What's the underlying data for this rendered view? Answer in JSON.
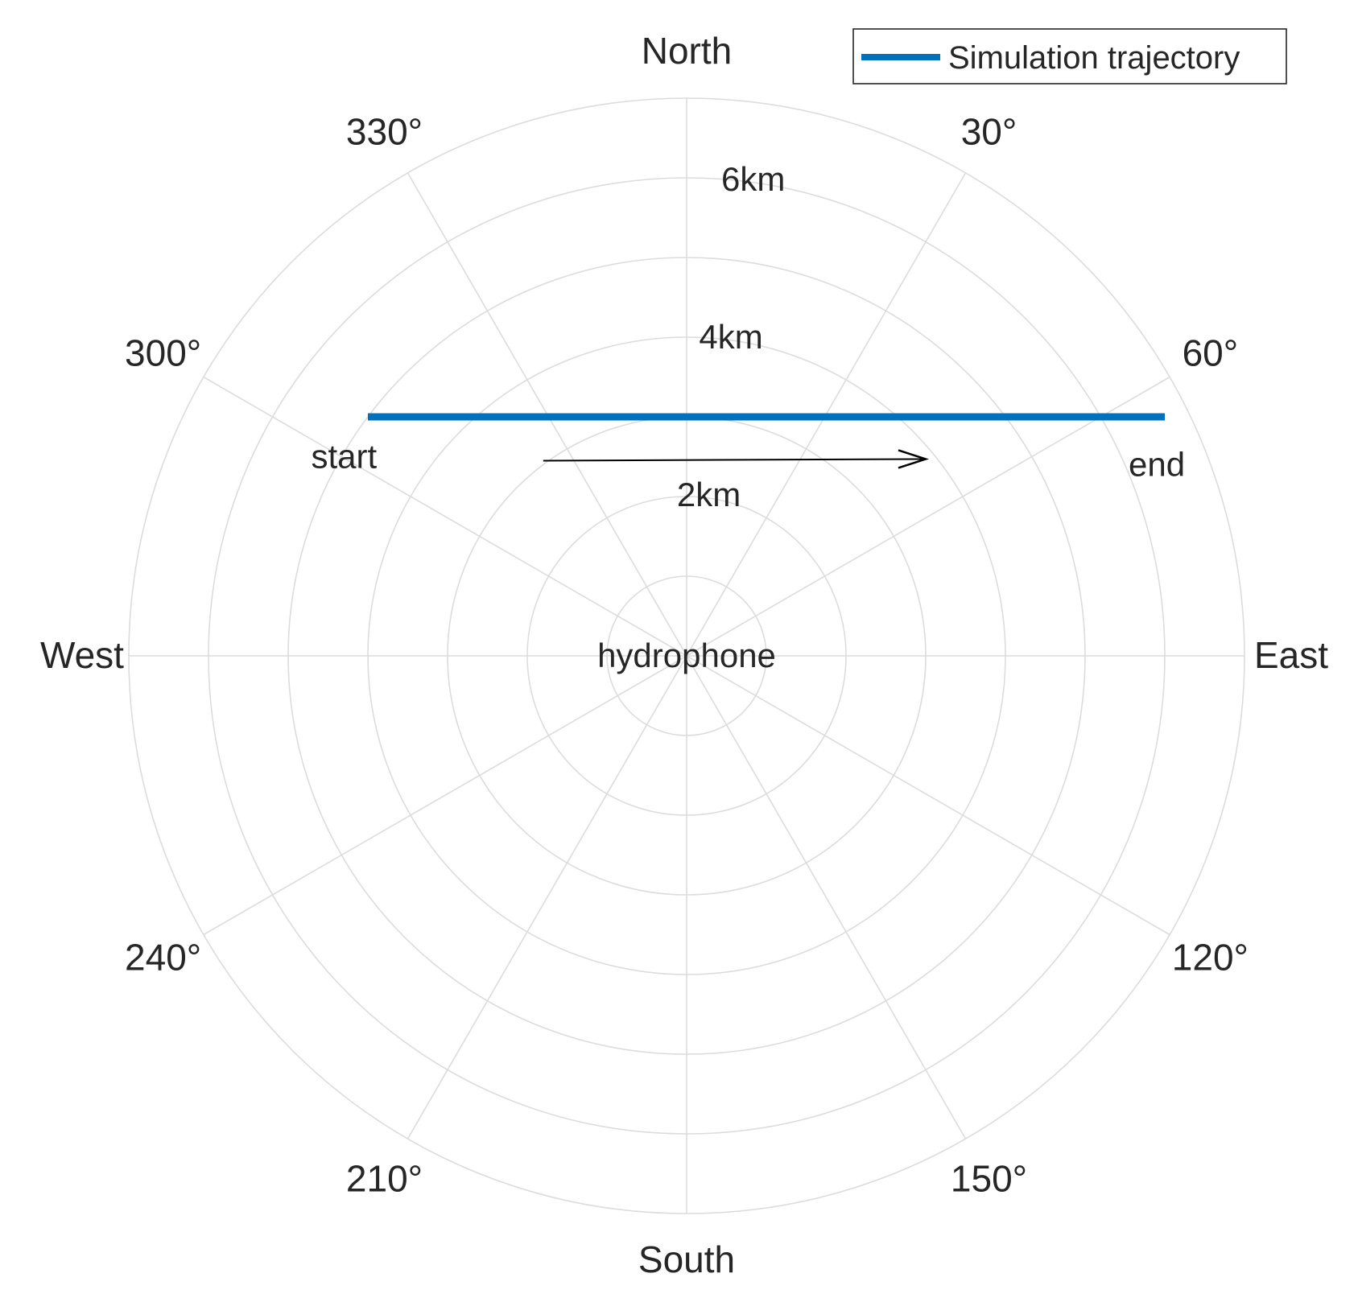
{
  "chart_data": {
    "type": "polar-line",
    "theta_zero": "top",
    "theta_direction": "clockwise",
    "grid": true,
    "rlim": [
      0,
      7
    ],
    "r_ticks": [
      {
        "value": 2,
        "label": "2km"
      },
      {
        "value": 4,
        "label": "4km"
      },
      {
        "value": 6,
        "label": "6km"
      }
    ],
    "theta_ticks": [
      {
        "deg": 0,
        "label": "North"
      },
      {
        "deg": 30,
        "label": "30°"
      },
      {
        "deg": 60,
        "label": "60°"
      },
      {
        "deg": 90,
        "label": "East"
      },
      {
        "deg": 120,
        "label": "120°"
      },
      {
        "deg": 150,
        "label": "150°"
      },
      {
        "deg": 180,
        "label": "South"
      },
      {
        "deg": 210,
        "label": "210°"
      },
      {
        "deg": 240,
        "label": "240°"
      },
      {
        "deg": 270,
        "label": "West"
      },
      {
        "deg": 300,
        "label": "300°"
      },
      {
        "deg": 330,
        "label": "330°"
      }
    ],
    "series": [
      {
        "name": "Simulation trajectory",
        "color": "#0072BD",
        "points_cartesian_km": [
          [
            -4.0,
            3.0
          ],
          [
            6.0,
            3.0
          ]
        ]
      }
    ],
    "annotations": [
      {
        "text": "hydrophone",
        "x_km": 0.0,
        "y_km": 0.0
      },
      {
        "text": "start",
        "x_km": -4.3,
        "y_km": 2.5
      },
      {
        "text": "end",
        "x_km": 5.9,
        "y_km": 2.4
      }
    ],
    "arrow": {
      "from_km": [
        -1.8,
        2.45
      ],
      "to_km": [
        3.0,
        2.47
      ],
      "color": "#000000"
    },
    "legend": {
      "position": "top-right",
      "entries": [
        "Simulation trajectory"
      ]
    }
  }
}
